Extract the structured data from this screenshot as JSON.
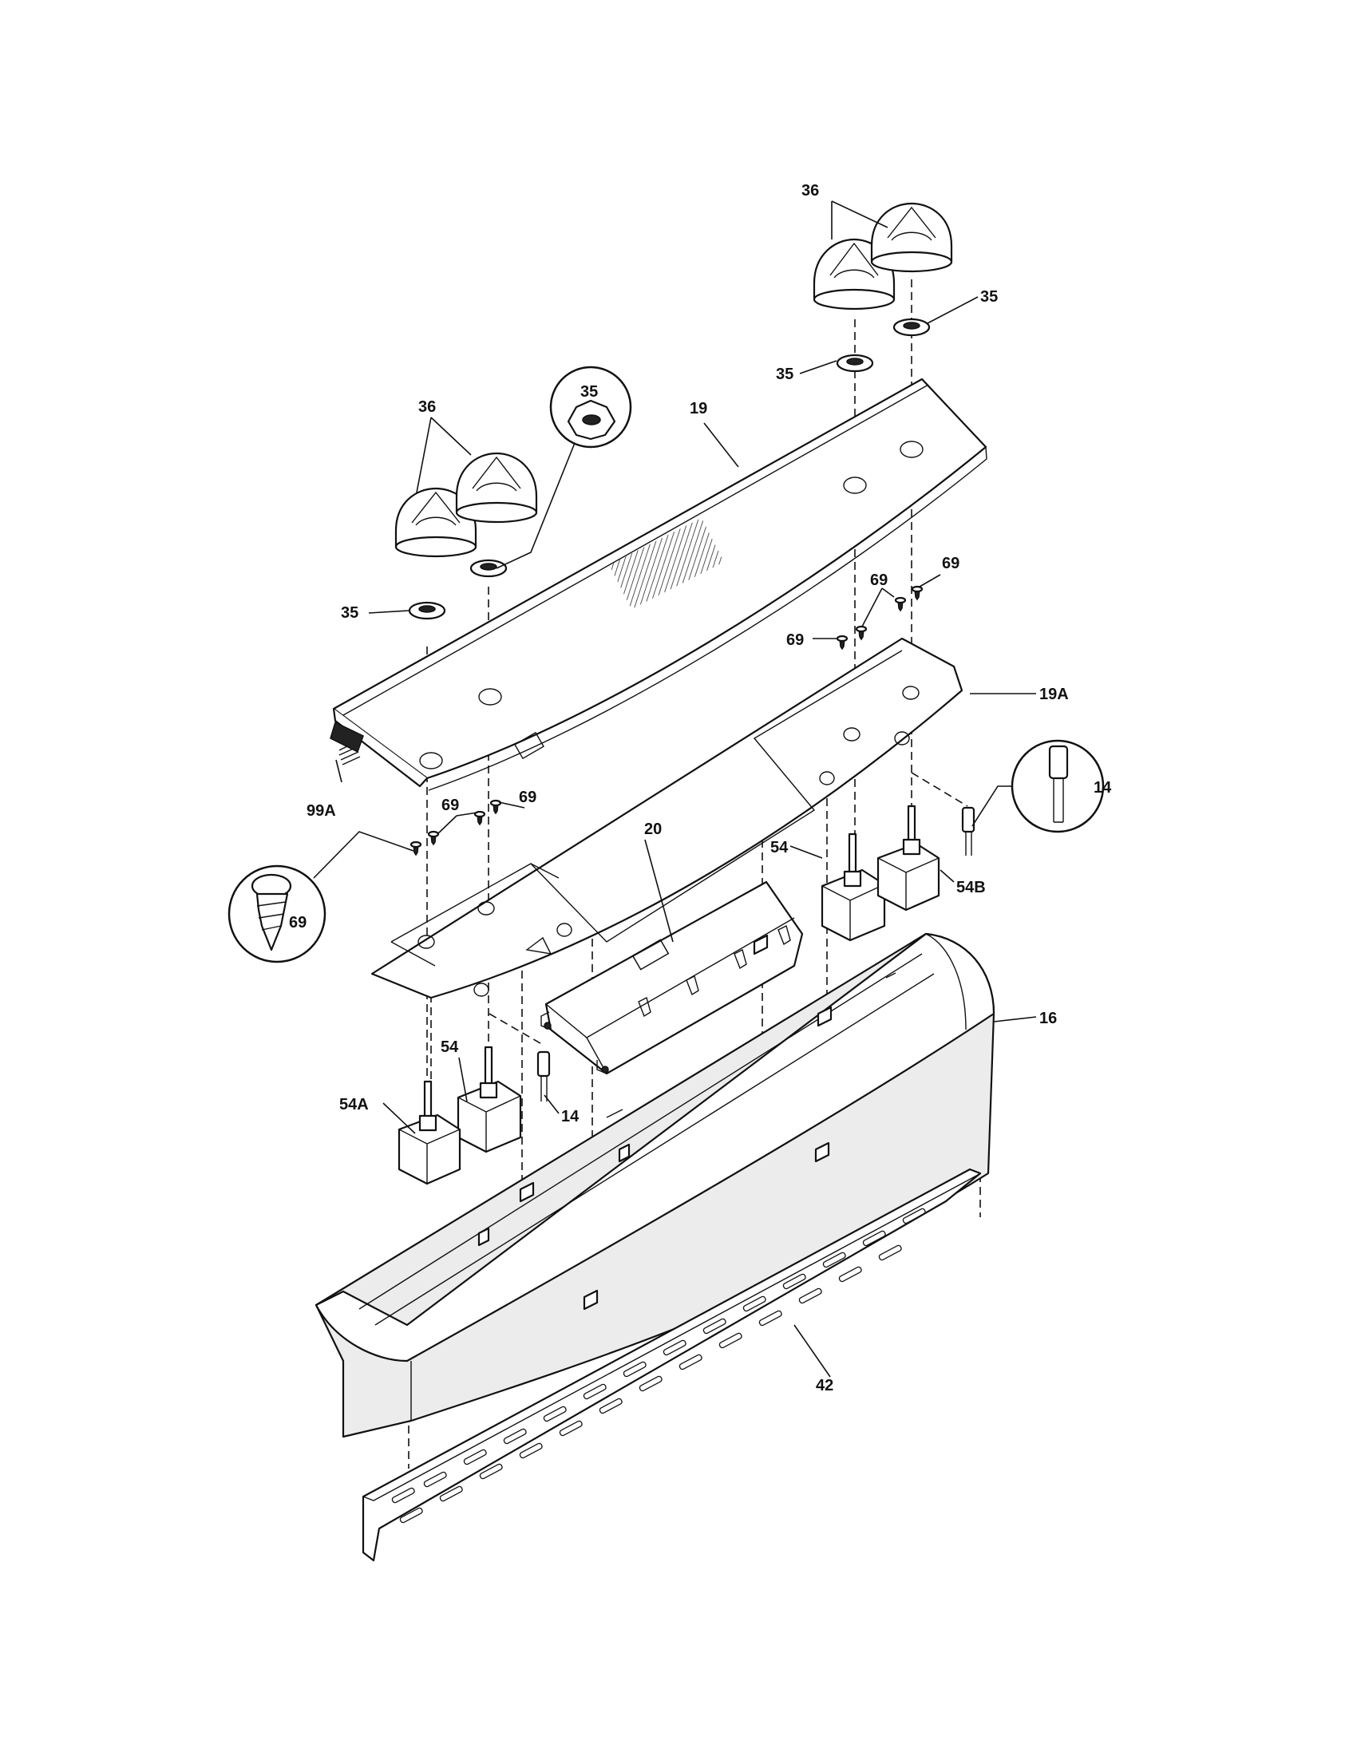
{
  "labels": {
    "p36_right": "36",
    "p35_right_top": "35",
    "p35_right_mid": "35",
    "p19": "19",
    "p36_left": "36",
    "p35_callout": "35",
    "p35_left": "35",
    "p69_a": "69",
    "p69_b": "69",
    "p69_c": "69",
    "p19A": "19A",
    "p14_callout": "14",
    "p99A": "99A",
    "p69_d": "69",
    "p69_e": "69",
    "p20": "20",
    "p54_right": "54",
    "p54B": "54B",
    "p69_callout": "69",
    "p16": "16",
    "p54_left": "54",
    "p54A": "54A",
    "p14": "14",
    "p42": "42"
  }
}
